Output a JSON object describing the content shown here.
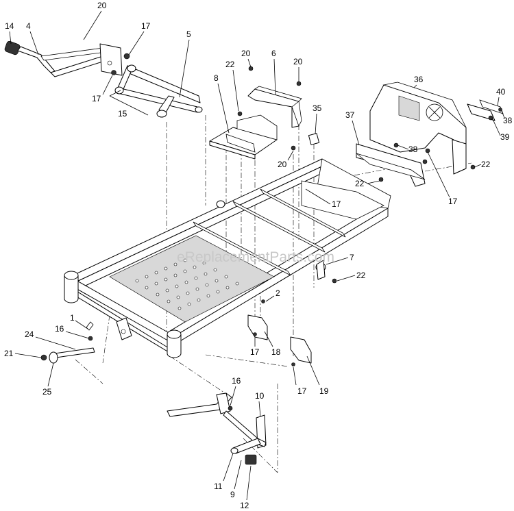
{
  "watermark": "eReplacementParts.com",
  "callouts": [
    {
      "id": "c14a",
      "text": "14"
    },
    {
      "id": "c4",
      "text": "4"
    },
    {
      "id": "c20a",
      "text": "20"
    },
    {
      "id": "c17a",
      "text": "17"
    },
    {
      "id": "c5",
      "text": "5"
    },
    {
      "id": "c17b",
      "text": "17"
    },
    {
      "id": "c15",
      "text": "15"
    },
    {
      "id": "c20b",
      "text": "20"
    },
    {
      "id": "c6",
      "text": "6"
    },
    {
      "id": "c20c",
      "text": "20"
    },
    {
      "id": "c22a",
      "text": "22"
    },
    {
      "id": "c8",
      "text": "8"
    },
    {
      "id": "c35",
      "text": "35"
    },
    {
      "id": "c36",
      "text": "36"
    },
    {
      "id": "c40",
      "text": "40"
    },
    {
      "id": "c38a",
      "text": "38"
    },
    {
      "id": "c37",
      "text": "37"
    },
    {
      "id": "c39",
      "text": "39"
    },
    {
      "id": "c38b",
      "text": "38"
    },
    {
      "id": "c20d",
      "text": "20"
    },
    {
      "id": "c22b",
      "text": "22"
    },
    {
      "id": "c22c",
      "text": "22"
    },
    {
      "id": "c17c",
      "text": "17"
    },
    {
      "id": "c17d",
      "text": "17"
    },
    {
      "id": "c7",
      "text": "7"
    },
    {
      "id": "c22d",
      "text": "22"
    },
    {
      "id": "c2",
      "text": "2"
    },
    {
      "id": "c1",
      "text": "1"
    },
    {
      "id": "c16a",
      "text": "16"
    },
    {
      "id": "c24",
      "text": "24"
    },
    {
      "id": "c21",
      "text": "21"
    },
    {
      "id": "c25",
      "text": "25"
    },
    {
      "id": "c17e",
      "text": "17"
    },
    {
      "id": "c18",
      "text": "18"
    },
    {
      "id": "c17f",
      "text": "17"
    },
    {
      "id": "c19",
      "text": "19"
    },
    {
      "id": "c16b",
      "text": "16"
    },
    {
      "id": "c10",
      "text": "10"
    },
    {
      "id": "c11",
      "text": "11"
    },
    {
      "id": "c9",
      "text": "9"
    },
    {
      "id": "c12",
      "text": "12"
    }
  ]
}
